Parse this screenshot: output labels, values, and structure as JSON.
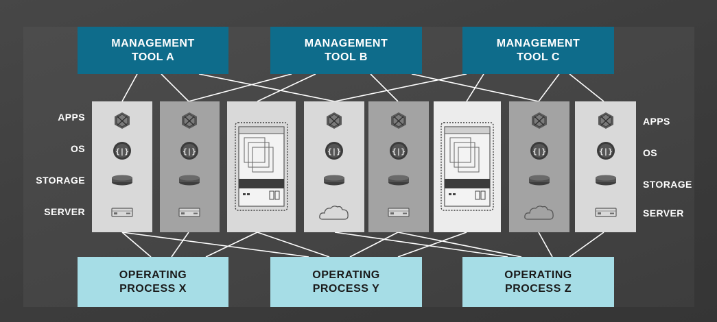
{
  "management_tools": [
    {
      "line1": "MANAGEMENT",
      "line2": "TOOL A"
    },
    {
      "line1": "MANAGEMENT",
      "line2": "TOOL B"
    },
    {
      "line1": "MANAGEMENT",
      "line2": "TOOL C"
    }
  ],
  "operating_processes": [
    {
      "line1": "OPERATING",
      "line2": "PROCESS X"
    },
    {
      "line1": "OPERATING",
      "line2": "PROCESS Y"
    },
    {
      "line1": "OPERATING",
      "line2": "PROCESS Z"
    }
  ],
  "layer_labels": [
    "APPS",
    "OS",
    "STORAGE",
    "SERVER"
  ],
  "stacks": [
    {
      "apps": "app-icon",
      "os": "os-icon",
      "storage": "storage-icon",
      "server": "server-icon"
    },
    {
      "apps": "app-icon",
      "os": "os-icon",
      "storage": "storage-icon",
      "server": "server-icon"
    },
    {
      "converged": "converged-system-icon"
    },
    {
      "apps": "app-icon",
      "os": "os-icon",
      "storage": "storage-icon",
      "server": "cloud-icon"
    },
    {
      "apps": "app-icon",
      "os": "os-icon",
      "storage": "storage-icon",
      "server": "server-icon"
    },
    {
      "converged": "converged-system-icon"
    },
    {
      "apps": "app-icon",
      "os": "os-icon",
      "storage": "storage-icon",
      "server": "cloud-icon"
    },
    {
      "apps": "app-icon",
      "os": "os-icon",
      "storage": "storage-icon",
      "server": "server-icon"
    }
  ],
  "colors": {
    "background": "#444444",
    "management_tool": "#0e6c8b",
    "operating_process": "#a6dde6",
    "connector": "#ffffff"
  }
}
